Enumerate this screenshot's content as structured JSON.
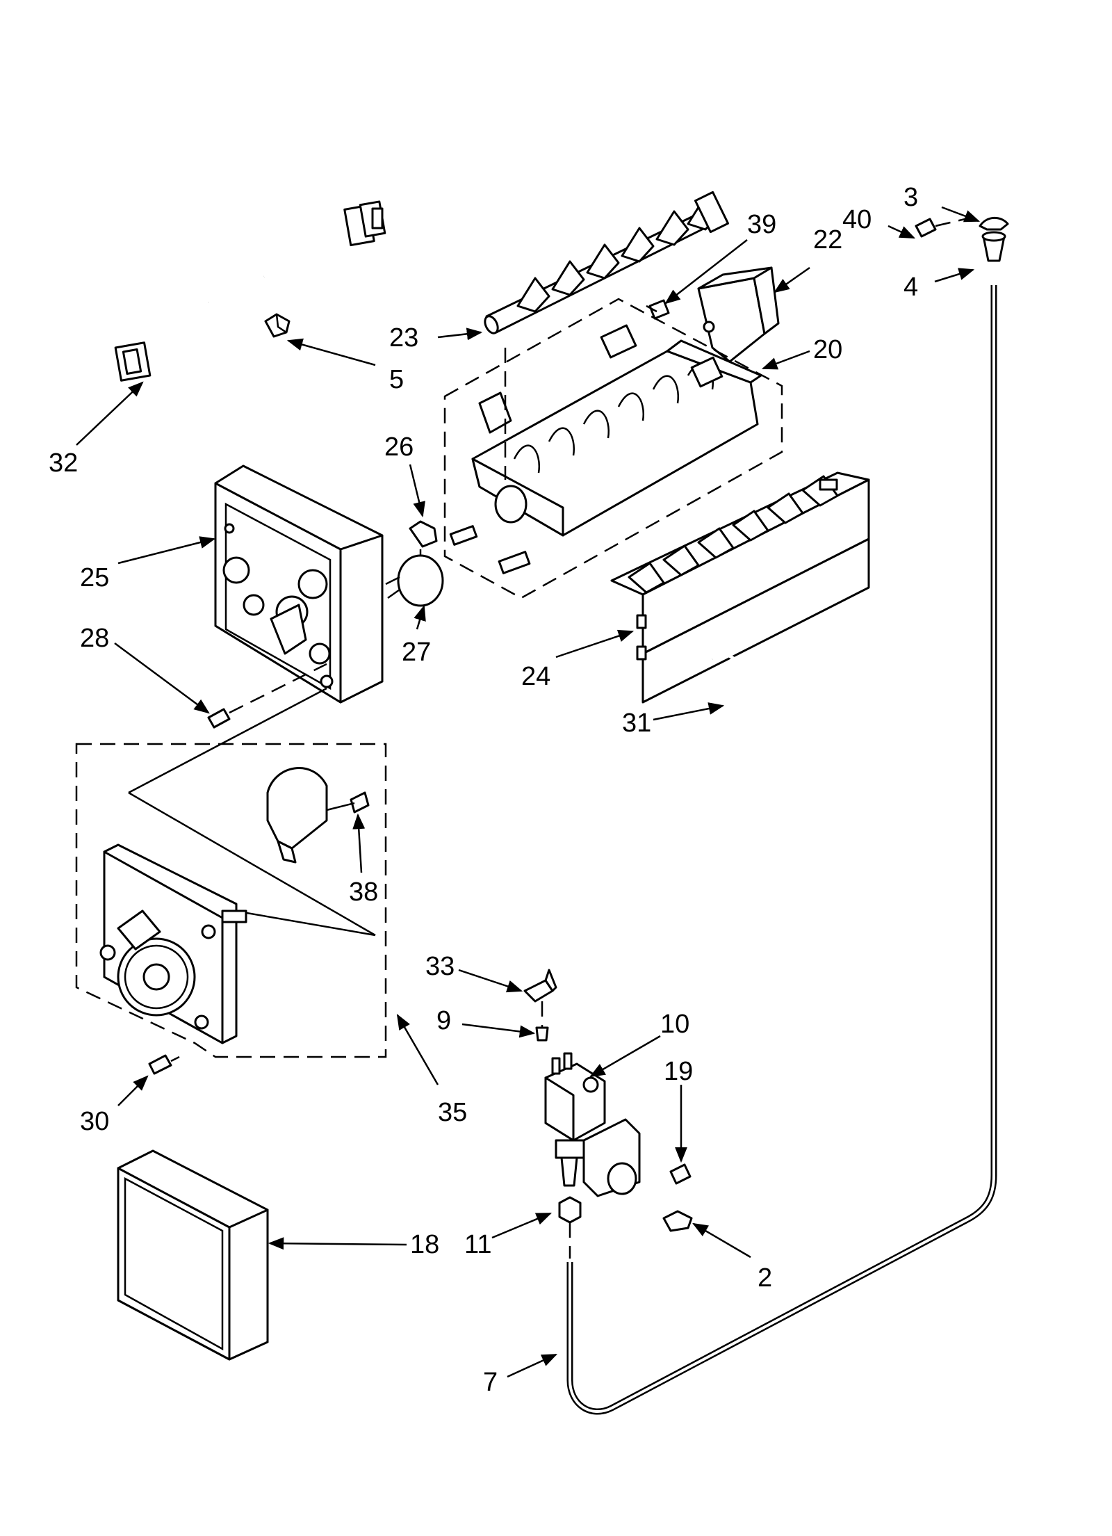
{
  "callouts": [
    {
      "id": "c3",
      "text": "3"
    },
    {
      "id": "c40",
      "text": "40"
    },
    {
      "id": "c4",
      "text": "4"
    },
    {
      "id": "c39",
      "text": "39"
    },
    {
      "id": "c22",
      "text": "22"
    },
    {
      "id": "c23",
      "text": "23"
    },
    {
      "id": "c20",
      "text": "20"
    },
    {
      "id": "c5",
      "text": "5"
    },
    {
      "id": "c32",
      "text": "32"
    },
    {
      "id": "c26",
      "text": "26"
    },
    {
      "id": "c25",
      "text": "25"
    },
    {
      "id": "c27",
      "text": "27"
    },
    {
      "id": "c28",
      "text": "28"
    },
    {
      "id": "c24",
      "text": "24"
    },
    {
      "id": "c31",
      "text": "31"
    },
    {
      "id": "c38",
      "text": "38"
    },
    {
      "id": "c33",
      "text": "33"
    },
    {
      "id": "c9",
      "text": "9"
    },
    {
      "id": "c10",
      "text": "10"
    },
    {
      "id": "c19",
      "text": "19"
    },
    {
      "id": "c30",
      "text": "30"
    },
    {
      "id": "c35",
      "text": "35"
    },
    {
      "id": "c18",
      "text": "18"
    },
    {
      "id": "c11",
      "text": "11"
    },
    {
      "id": "c2",
      "text": "2"
    },
    {
      "id": "c7",
      "text": "7"
    }
  ]
}
